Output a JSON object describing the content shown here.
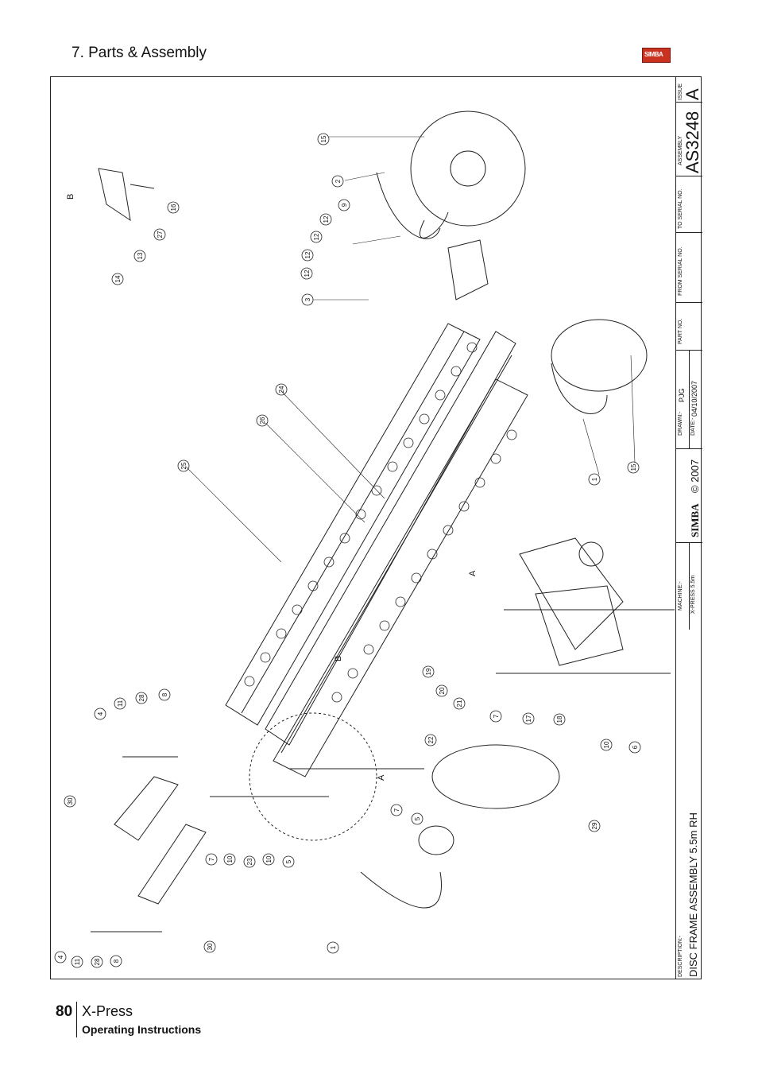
{
  "header": {
    "section_title": "7. Parts & Assembly",
    "logo_text": "SIMBA"
  },
  "title_block": {
    "issue_label": "ISSUE",
    "issue_value": "A",
    "assembly_label": "ASSEMBLY",
    "assembly_value": "AS3248",
    "to_serial_label": "TO SERIAL NO.",
    "from_serial_label": "FROM SERIAL NO.",
    "part_no_label": "PART NO.",
    "drawn_label": "DRAWN:-",
    "drawn_value": "PJG",
    "date_label": "DATE:-",
    "date_value": "04/10/2007",
    "copyright": "© 2007",
    "brand": "SIMBA",
    "machine_label": "MACHINE:-",
    "machine_value": "X-PRESS 5.5m",
    "description_label": "DESCRIPTION:-",
    "description_value": "DISC FRAME ASSEMBLY 5.5m RH"
  },
  "drawing": {
    "view_labels": [
      "B",
      "B",
      "A",
      "A"
    ],
    "callouts": [
      "15",
      "2",
      "16",
      "27",
      "13",
      "14",
      "9",
      "12",
      "12",
      "12",
      "12",
      "3",
      "24",
      "26",
      "25",
      "1",
      "15",
      "19",
      "20",
      "21",
      "7",
      "17",
      "18",
      "10",
      "6",
      "22",
      "29",
      "11",
      "28",
      "8",
      "4",
      "30",
      "7",
      "10",
      "23",
      "10",
      "5",
      "7",
      "5",
      "1",
      "30",
      "4",
      "11",
      "28",
      "8"
    ]
  },
  "footer": {
    "page_number": "80",
    "product": "X-Press",
    "subtitle": "Operating Instructions"
  }
}
